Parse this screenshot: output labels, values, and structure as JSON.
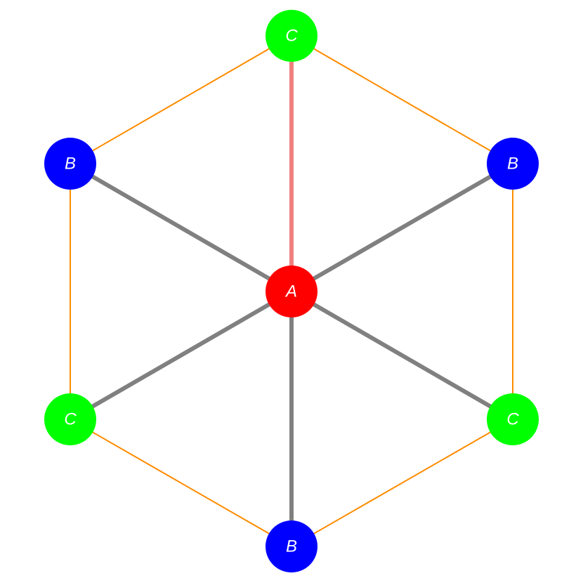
{
  "graph": {
    "nodes": [
      {
        "id": "center",
        "label": "A",
        "color": "#ff0000"
      },
      {
        "id": "top",
        "label": "C",
        "color": "#00ff00"
      },
      {
        "id": "upper-right",
        "label": "B",
        "color": "#0000ff"
      },
      {
        "id": "lower-right",
        "label": "C",
        "color": "#00ff00"
      },
      {
        "id": "bottom",
        "label": "B",
        "color": "#0000ff"
      },
      {
        "id": "lower-left",
        "label": "C",
        "color": "#00ff00"
      },
      {
        "id": "upper-left",
        "label": "B",
        "color": "#0000ff"
      }
    ],
    "edges": [
      {
        "from": "center",
        "to": "top",
        "color": "#f08080",
        "style": "highlight"
      },
      {
        "from": "center",
        "to": "upper-right",
        "color": "#808080",
        "style": "spoke"
      },
      {
        "from": "center",
        "to": "lower-right",
        "color": "#808080",
        "style": "spoke"
      },
      {
        "from": "center",
        "to": "bottom",
        "color": "#808080",
        "style": "spoke"
      },
      {
        "from": "center",
        "to": "lower-left",
        "color": "#808080",
        "style": "spoke"
      },
      {
        "from": "center",
        "to": "upper-left",
        "color": "#808080",
        "style": "spoke"
      },
      {
        "from": "top",
        "to": "upper-right",
        "color": "#ff8c00",
        "style": "ring"
      },
      {
        "from": "upper-right",
        "to": "lower-right",
        "color": "#ff8c00",
        "style": "ring"
      },
      {
        "from": "lower-right",
        "to": "bottom",
        "color": "#ff8c00",
        "style": "ring"
      },
      {
        "from": "bottom",
        "to": "lower-left",
        "color": "#ff8c00",
        "style": "ring"
      },
      {
        "from": "lower-left",
        "to": "upper-left",
        "color": "#ff8c00",
        "style": "ring"
      },
      {
        "from": "upper-left",
        "to": "top",
        "color": "#ff8c00",
        "style": "ring"
      }
    ]
  }
}
